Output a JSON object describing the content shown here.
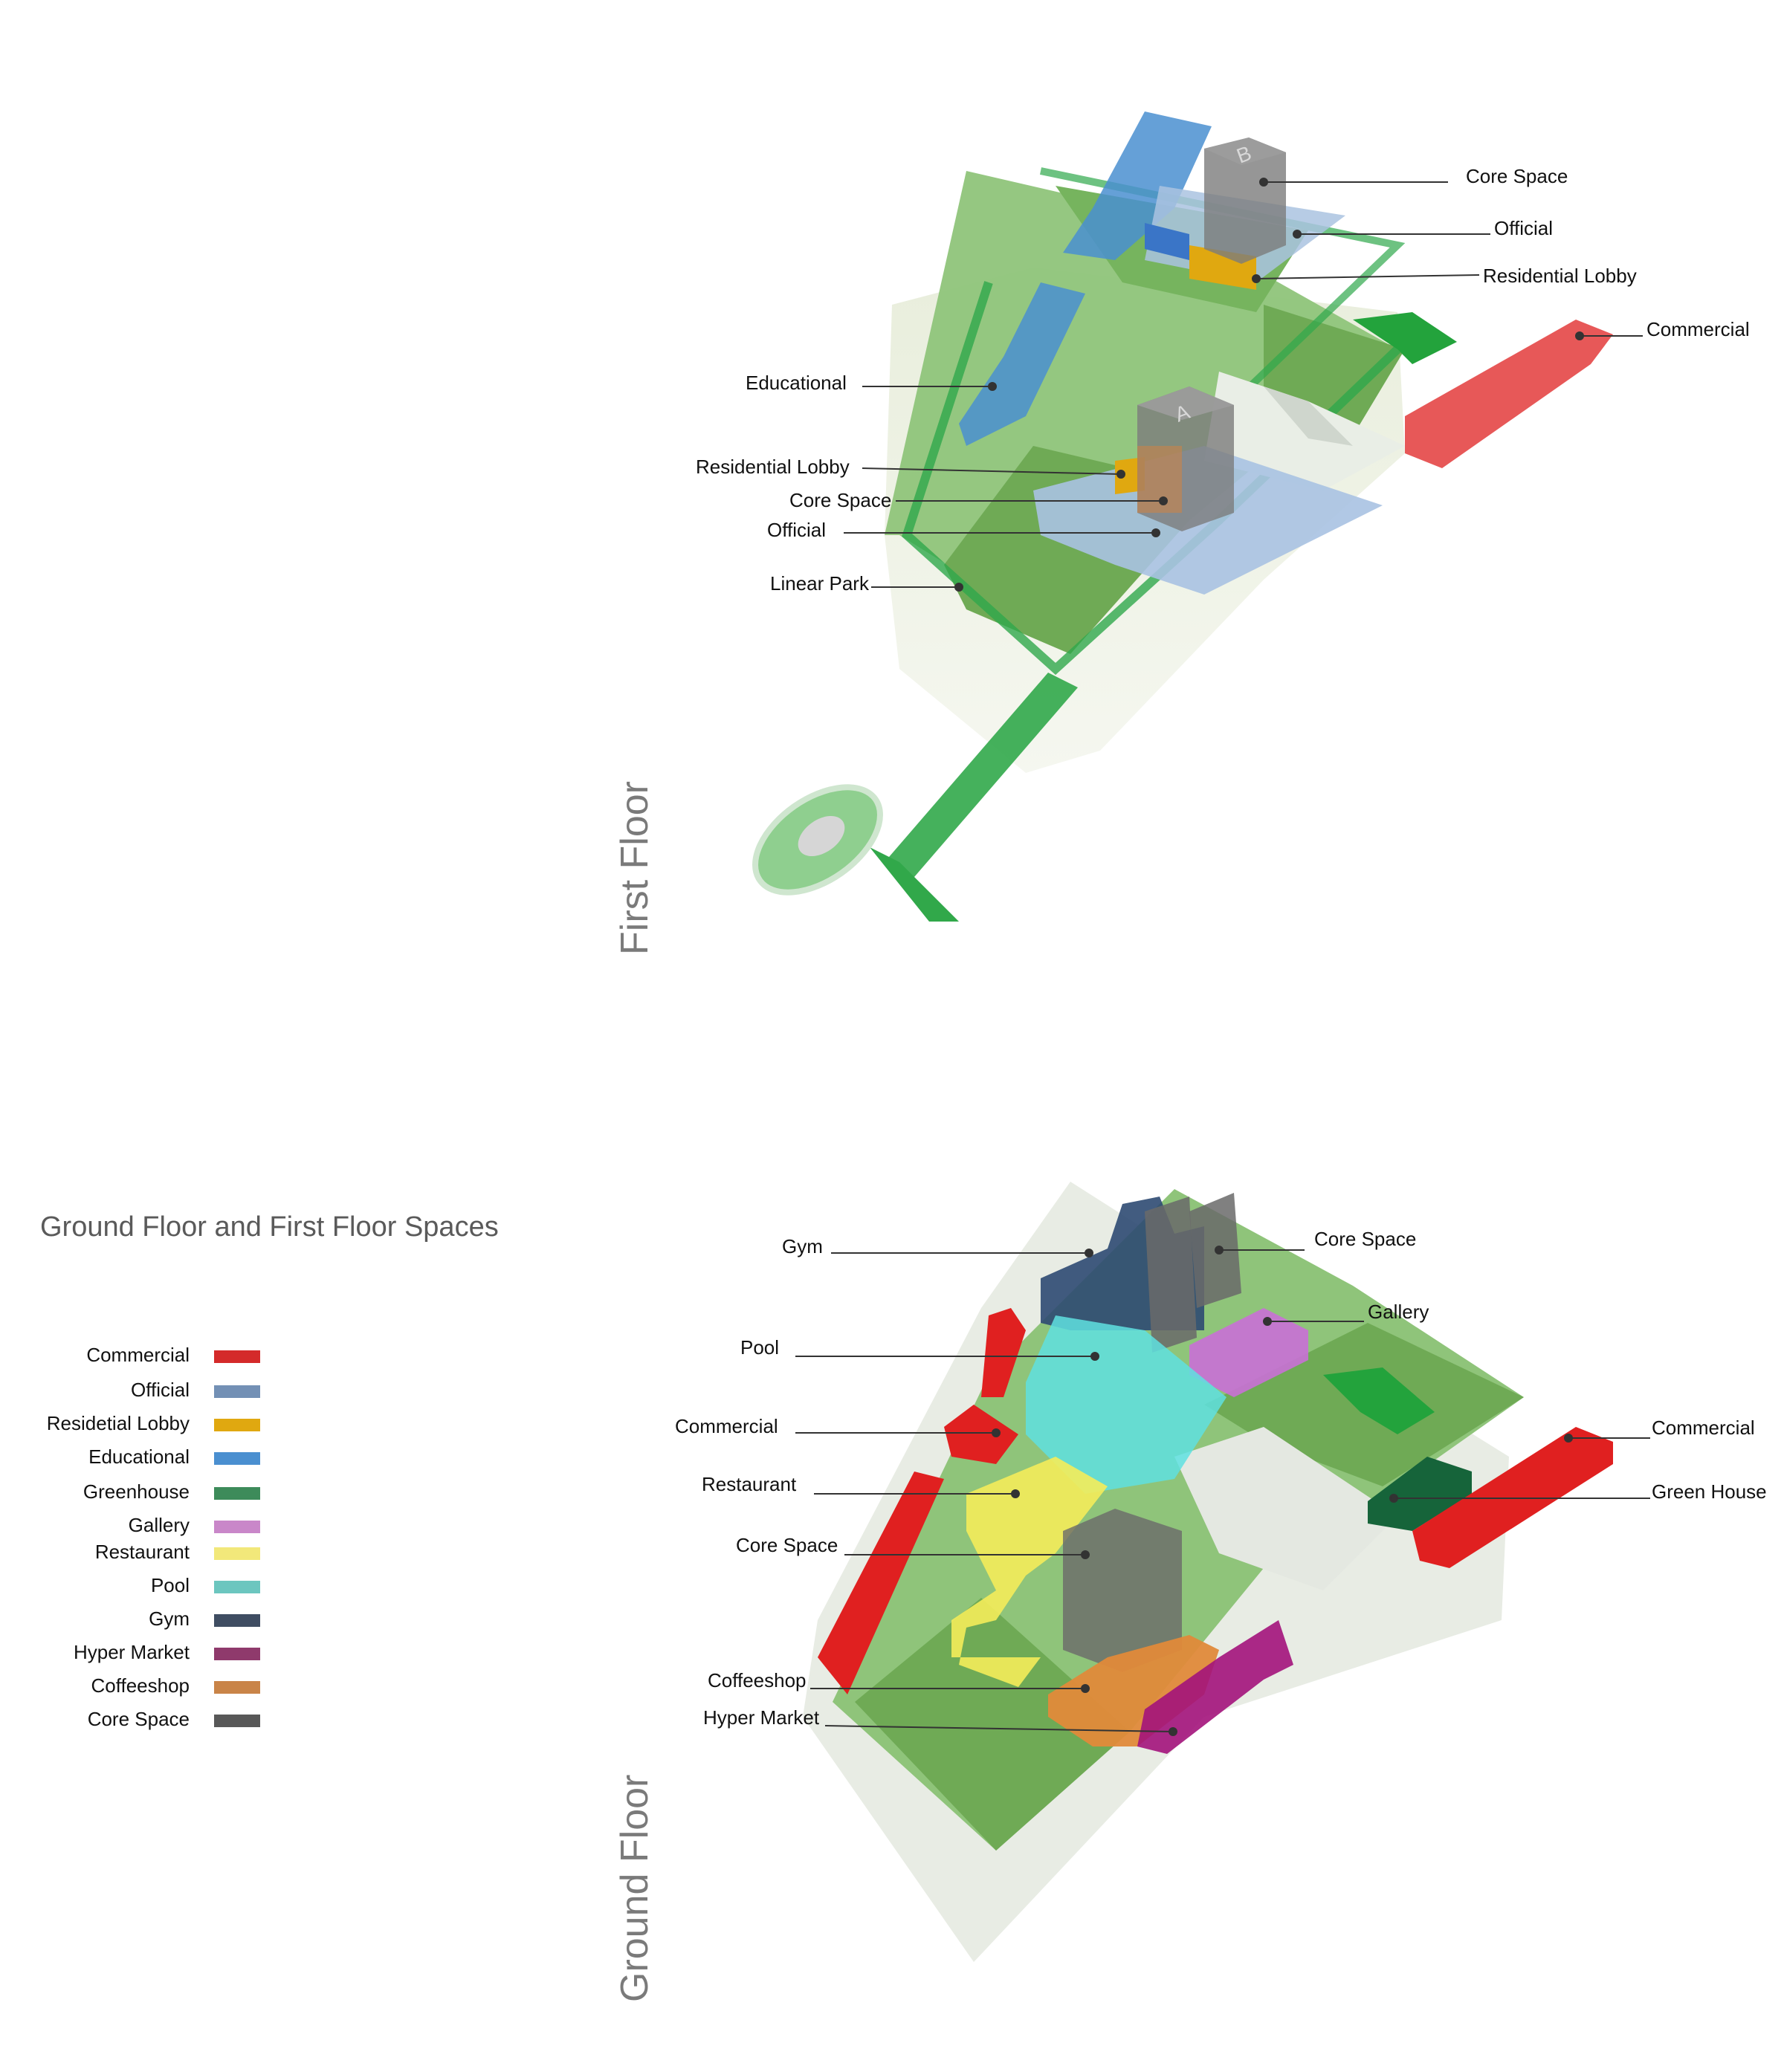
{
  "first_floor": {
    "title": "First Floor",
    "labels": {
      "core_space_b": "Core Space",
      "official_b": "Official",
      "residential_lobby_b": "Residential Lobby",
      "commercial": "Commercial",
      "educational": "Educational",
      "residential_lobby_a": "Residential Lobby",
      "core_space_a": "Core Space",
      "official_a": "Official",
      "linear_park": "Linear Park"
    },
    "tower_letters": {
      "a": "A",
      "b": "B"
    }
  },
  "ground_floor": {
    "title": "Ground Floor",
    "labels": {
      "gym": "Gym",
      "core_space_top": "Core Space",
      "gallery": "Gallery",
      "pool": "Pool",
      "commercial_left": "Commercial",
      "commercial_right": "Commercial",
      "restaurant": "Restaurant",
      "green_house": "Green House",
      "core_space_mid": "Core Space",
      "coffeeshop": "Coffeeshop",
      "hyper_market": "Hyper Market"
    }
  },
  "legend": {
    "heading": "Ground Floor and First Floor Spaces",
    "items": [
      {
        "label": "Commercial",
        "color": "#d42a2a"
      },
      {
        "label": "Official",
        "color": "#7390b5"
      },
      {
        "label": "Residetial Lobby",
        "color": "#e0a810"
      },
      {
        "label": "Educational",
        "color": "#4a8fd0"
      },
      {
        "label": "Greenhouse",
        "color": "#3d8b5a"
      },
      {
        "label": "Gallery",
        "color": "#c987c9"
      },
      {
        "label": "Restaurant",
        "color": "#f2e87a"
      },
      {
        "label": "Pool",
        "color": "#6cc6bf"
      },
      {
        "label": "Gym",
        "color": "#3f4d62"
      },
      {
        "label": "Hyper Market",
        "color": "#8f3a6c"
      },
      {
        "label": "Coffeeshop",
        "color": "#c98448"
      },
      {
        "label": "Core Space",
        "color": "#585858"
      }
    ]
  }
}
